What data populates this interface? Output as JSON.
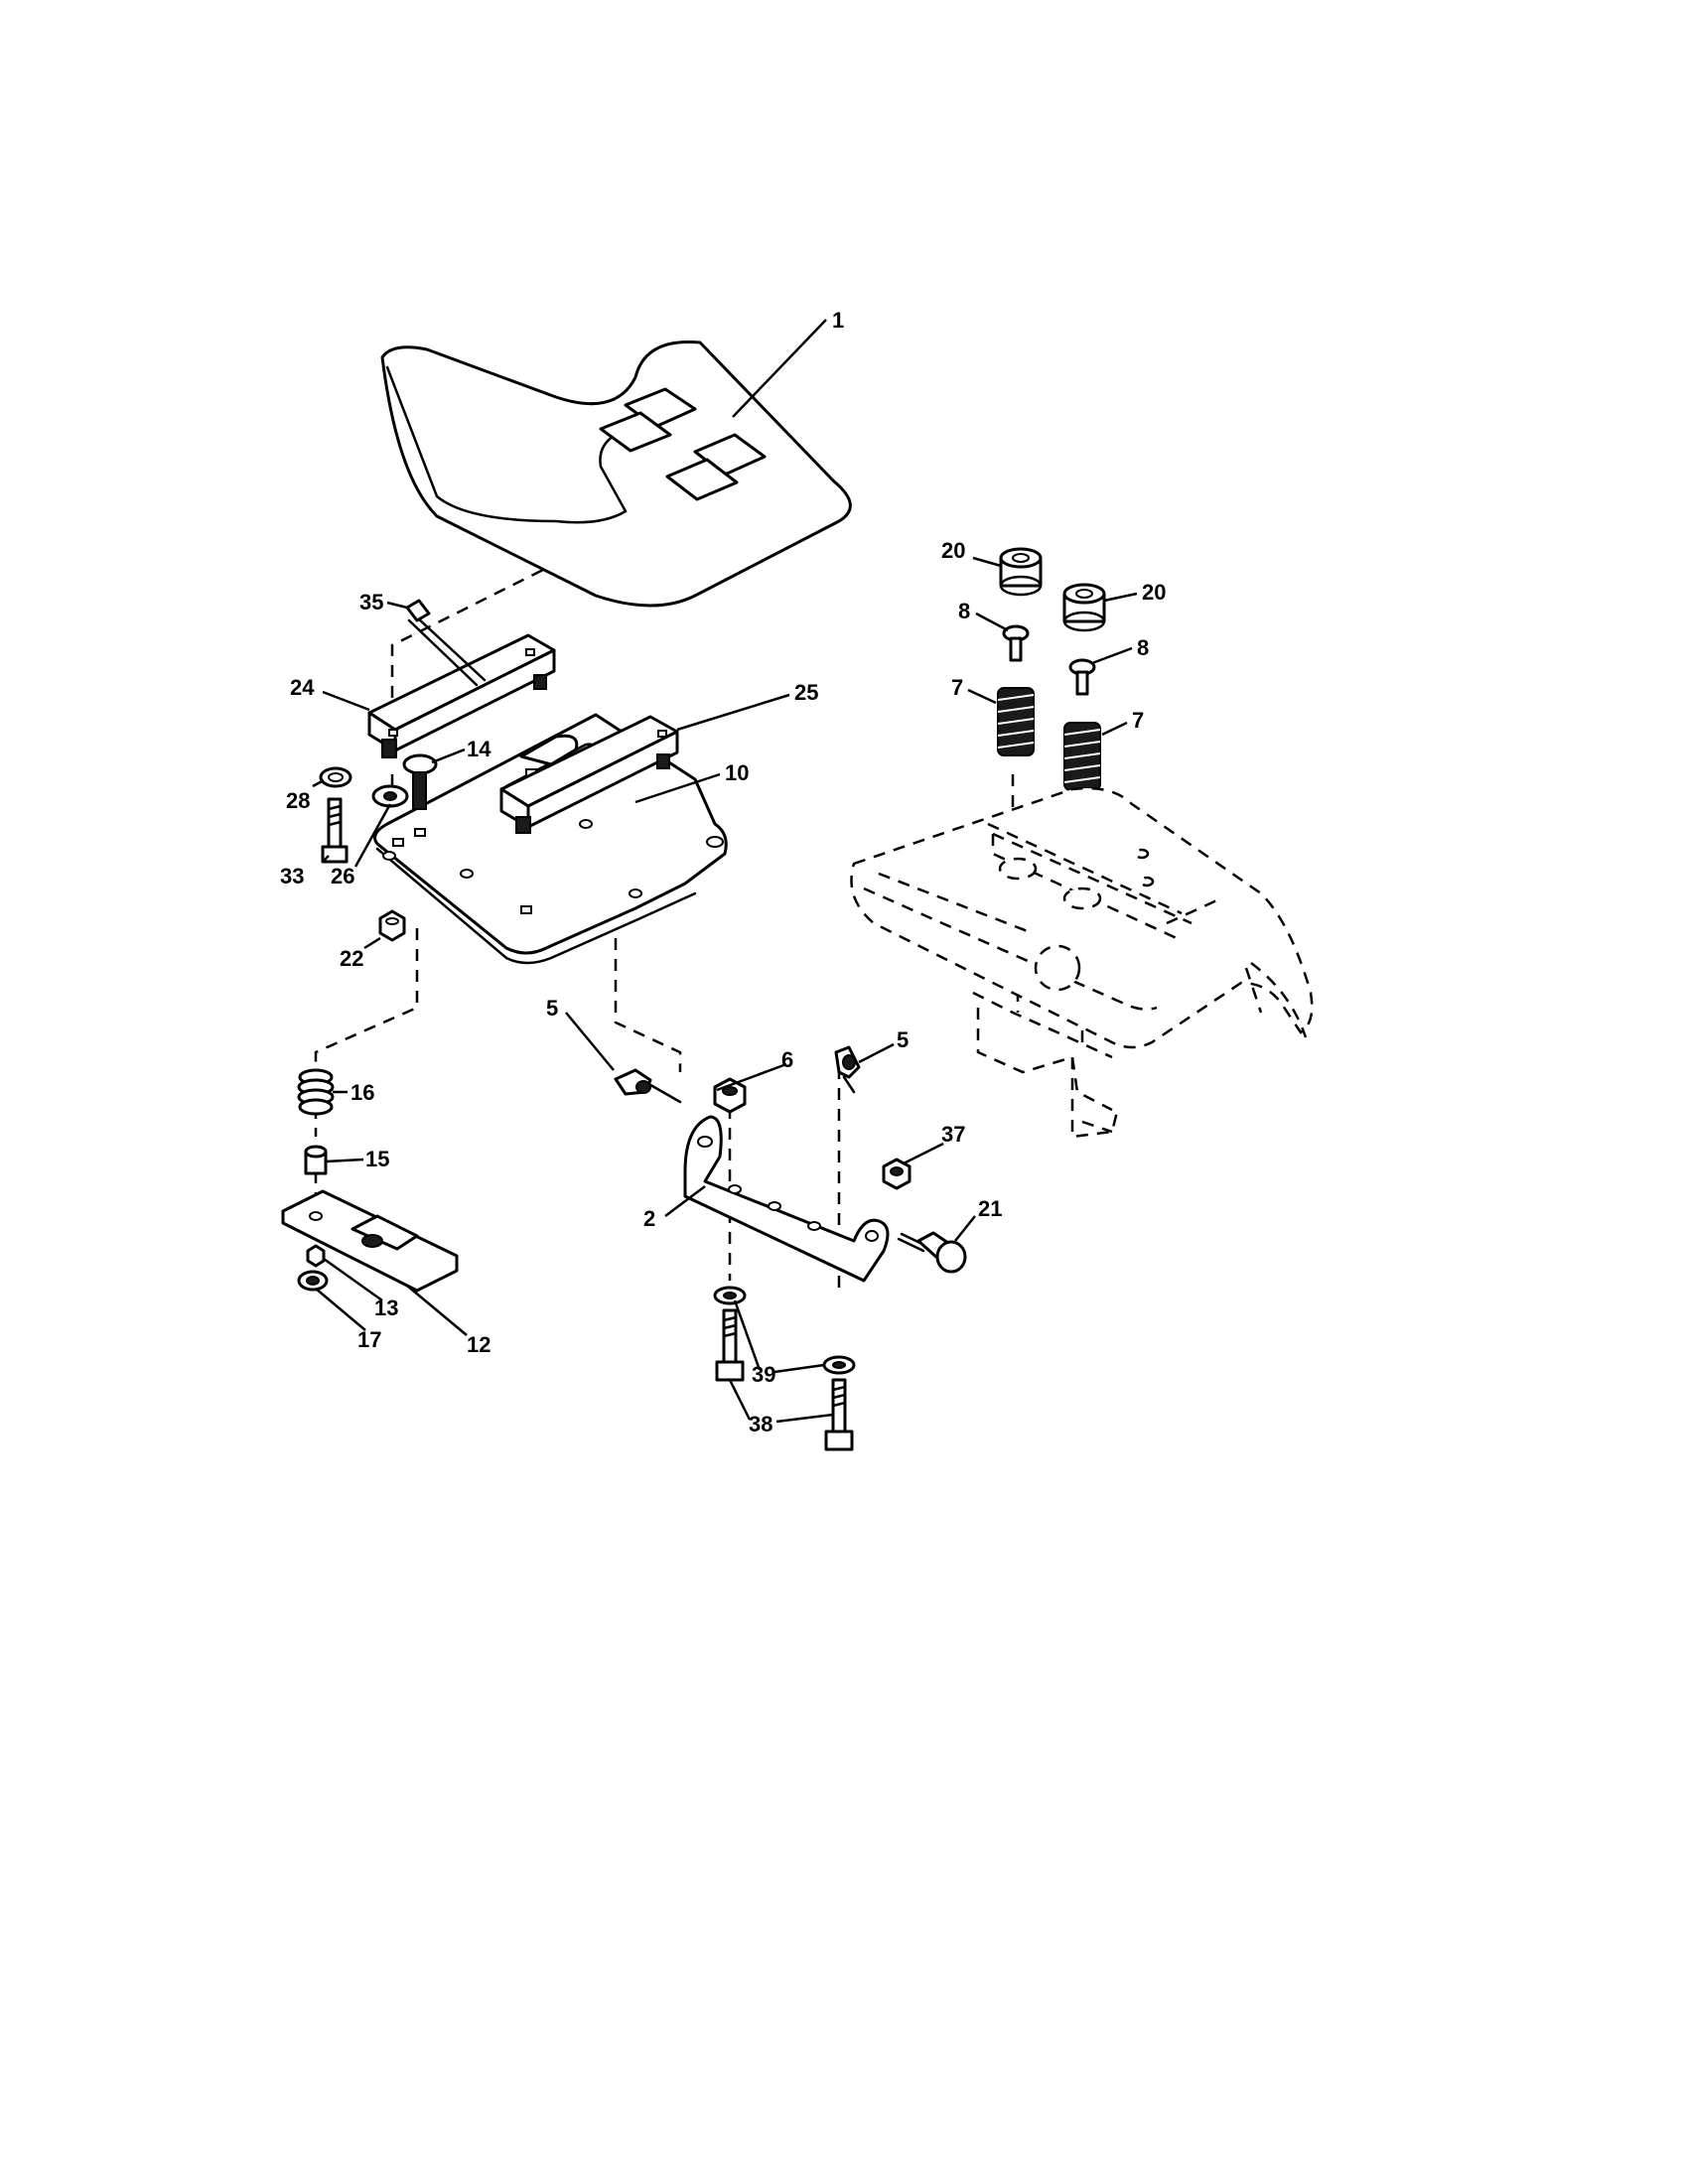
{
  "callouts": {
    "seat": "1",
    "bracket": "2",
    "clip_left": "5",
    "clip_right": "5",
    "nut_6": "6",
    "spring_left": "7",
    "spring_right": "7",
    "bolt_8_left": "8",
    "bolt_8_right": "8",
    "seat_pan": "10",
    "slide_plate": "12",
    "nut_13": "13",
    "bolt_14": "14",
    "spacer_15": "15",
    "spring_16": "16",
    "nut_17": "17",
    "bumper_left": "20",
    "bumper_right": "20",
    "shoulder_bolt_21": "21",
    "nut_22": "22",
    "rail_24": "24",
    "rail_25": "25",
    "washer_26": "26",
    "washer_28": "28",
    "bolt_33": "33",
    "pin_35": "35",
    "nut_37": "37",
    "bolt_38": "38",
    "washer_39": "39"
  }
}
